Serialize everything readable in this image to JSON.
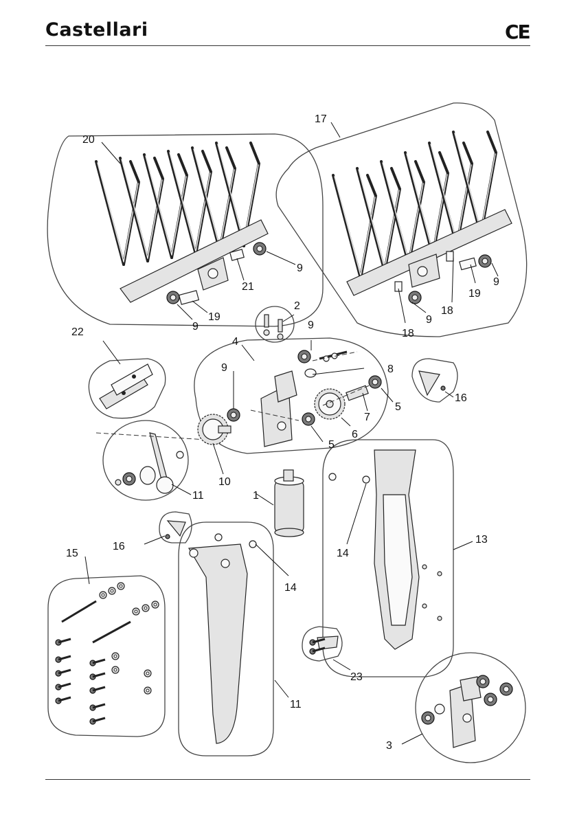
{
  "header": {
    "brand": "Castellari",
    "mark": "CE"
  },
  "callouts": [
    {
      "id": "c20",
      "text": "20"
    },
    {
      "id": "c17",
      "text": "17"
    },
    {
      "id": "c9a",
      "text": "9"
    },
    {
      "id": "c21",
      "text": "21"
    },
    {
      "id": "c19a",
      "text": "19"
    },
    {
      "id": "c9b",
      "text": "9"
    },
    {
      "id": "c9c",
      "text": "9"
    },
    {
      "id": "c19b",
      "text": "19"
    },
    {
      "id": "c18a",
      "text": "18"
    },
    {
      "id": "c9d",
      "text": "9"
    },
    {
      "id": "c18b",
      "text": "18"
    },
    {
      "id": "c2",
      "text": "2"
    },
    {
      "id": "c22",
      "text": "22"
    },
    {
      "id": "c4",
      "text": "4"
    },
    {
      "id": "c9e",
      "text": "9"
    },
    {
      "id": "c9f",
      "text": "9"
    },
    {
      "id": "c8",
      "text": "8"
    },
    {
      "id": "c16a",
      "text": "16"
    },
    {
      "id": "c5a",
      "text": "5"
    },
    {
      "id": "c7",
      "text": "7"
    },
    {
      "id": "c6",
      "text": "6"
    },
    {
      "id": "c5b",
      "text": "5"
    },
    {
      "id": "c10",
      "text": "10"
    },
    {
      "id": "c11a",
      "text": "11"
    },
    {
      "id": "c1",
      "text": "1"
    },
    {
      "id": "c14a",
      "text": "14"
    },
    {
      "id": "c13",
      "text": "13"
    },
    {
      "id": "c16b",
      "text": "16"
    },
    {
      "id": "c15",
      "text": "15"
    },
    {
      "id": "c14b",
      "text": "14"
    },
    {
      "id": "c23",
      "text": "23"
    },
    {
      "id": "c11b",
      "text": "11"
    },
    {
      "id": "c3",
      "text": "3"
    }
  ]
}
